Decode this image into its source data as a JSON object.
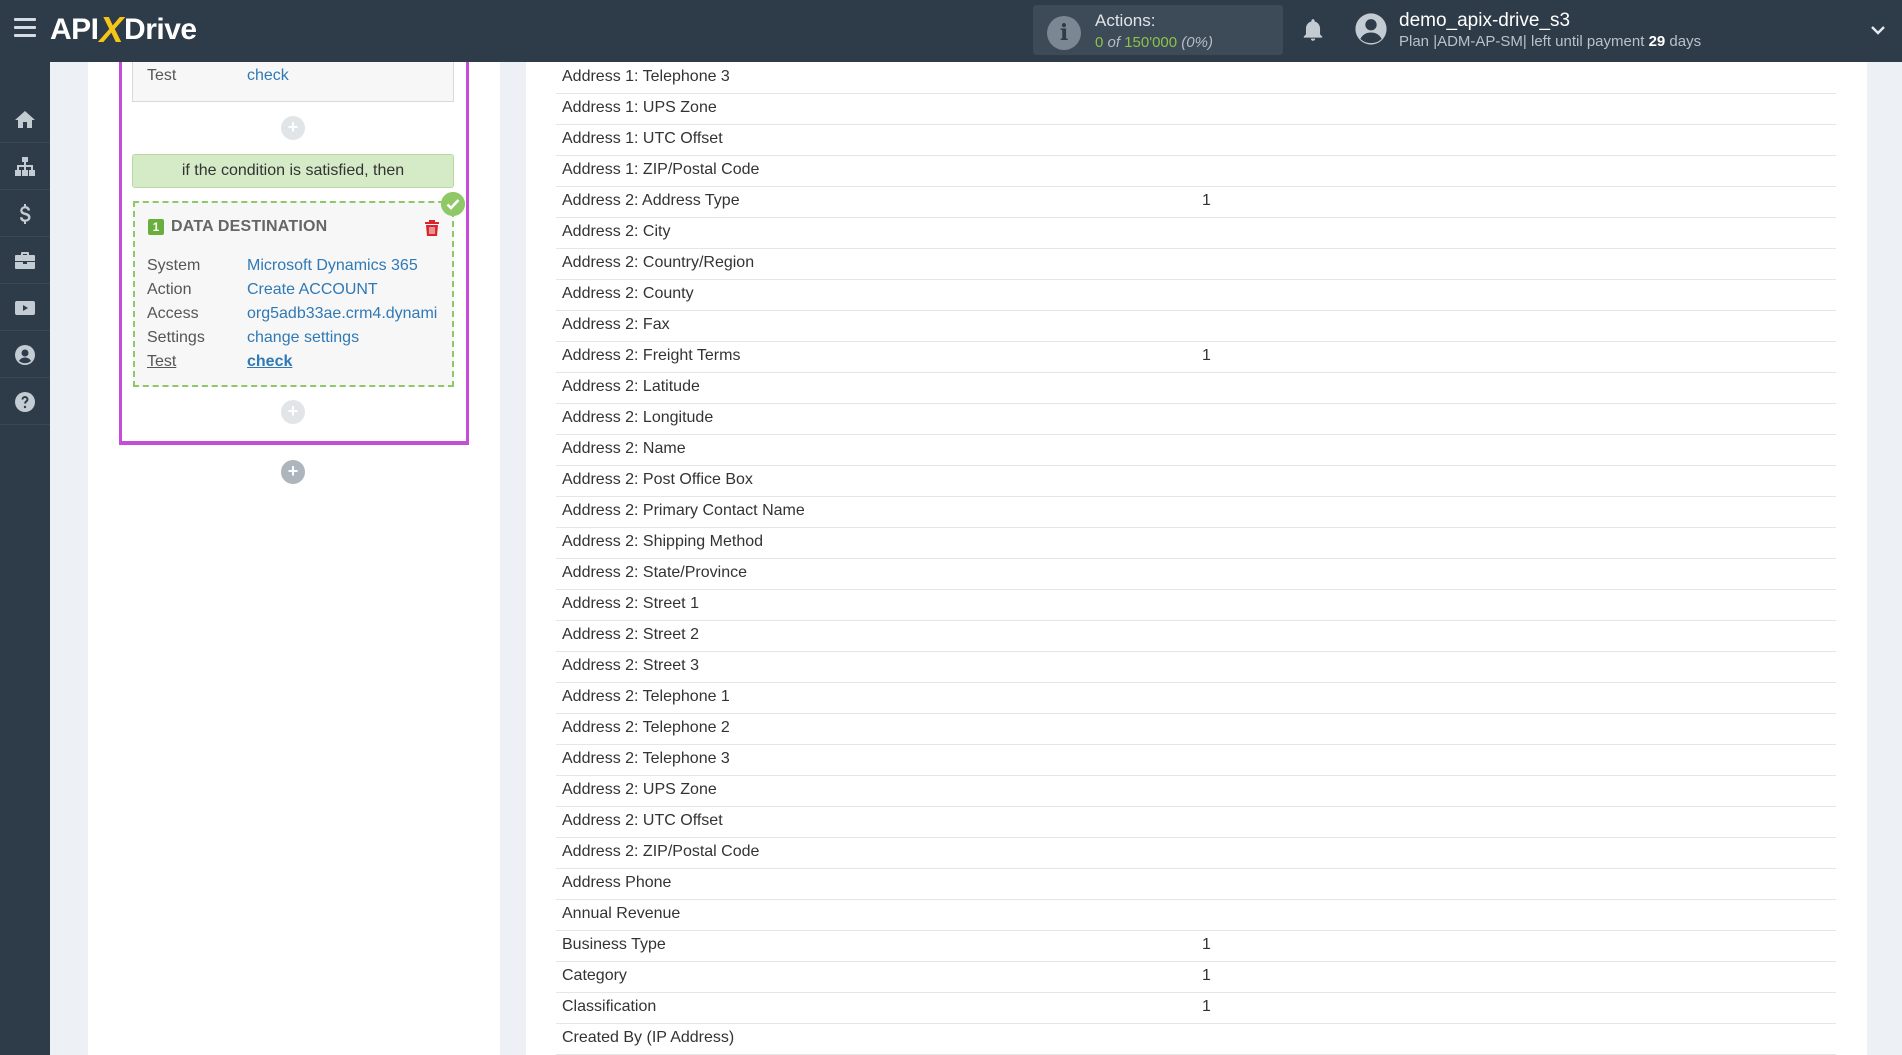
{
  "header": {
    "logo_api": "API",
    "logo_x": "X",
    "logo_drive": "Drive",
    "actions_label": "Actions:",
    "actions_used": "0",
    "actions_of": "of",
    "actions_total": "150'000",
    "actions_pct": "(0%)",
    "user_name": "demo_apix-drive_s3",
    "plan_prefix": "Plan |ADM-AP-SM| left until payment",
    "plan_days": "29",
    "plan_suffix": "days"
  },
  "sidebar": {
    "items": [
      "home-icon",
      "sitemap-icon",
      "dollar-icon",
      "briefcase-icon",
      "video-icon",
      "user-icon",
      "help-icon"
    ]
  },
  "left": {
    "top_test_label": "Test",
    "top_test_value": "check",
    "condition": "if the condition is satisfied, then",
    "dest_number": "1",
    "dest_title": "DATA DESTINATION",
    "system_label": "System",
    "system_value": "Microsoft Dynamics 365",
    "action_label": "Action",
    "action_value": "Create ACCOUNT",
    "access_label": "Access",
    "access_value": "org5adb33ae.crm4.dynami",
    "settings_label": "Settings",
    "settings_value": "change settings",
    "test_label": "Test",
    "test_value": "check"
  },
  "table": {
    "rows": [
      {
        "name": "Address 1: Telephone 3",
        "value": ""
      },
      {
        "name": "Address 1: UPS Zone",
        "value": ""
      },
      {
        "name": "Address 1: UTC Offset",
        "value": ""
      },
      {
        "name": "Address 1: ZIP/Postal Code",
        "value": ""
      },
      {
        "name": "Address 2: Address Type",
        "value": "1"
      },
      {
        "name": "Address 2: City",
        "value": ""
      },
      {
        "name": "Address 2: Country/Region",
        "value": ""
      },
      {
        "name": "Address 2: County",
        "value": ""
      },
      {
        "name": "Address 2: Fax",
        "value": ""
      },
      {
        "name": "Address 2: Freight Terms",
        "value": "1"
      },
      {
        "name": "Address 2: Latitude",
        "value": ""
      },
      {
        "name": "Address 2: Longitude",
        "value": ""
      },
      {
        "name": "Address 2: Name",
        "value": ""
      },
      {
        "name": "Address 2: Post Office Box",
        "value": ""
      },
      {
        "name": "Address 2: Primary Contact Name",
        "value": ""
      },
      {
        "name": "Address 2: Shipping Method",
        "value": ""
      },
      {
        "name": "Address 2: State/Province",
        "value": ""
      },
      {
        "name": "Address 2: Street 1",
        "value": ""
      },
      {
        "name": "Address 2: Street 2",
        "value": ""
      },
      {
        "name": "Address 2: Street 3",
        "value": ""
      },
      {
        "name": "Address 2: Telephone 1",
        "value": ""
      },
      {
        "name": "Address 2: Telephone 2",
        "value": ""
      },
      {
        "name": "Address 2: Telephone 3",
        "value": ""
      },
      {
        "name": "Address 2: UPS Zone",
        "value": ""
      },
      {
        "name": "Address 2: UTC Offset",
        "value": ""
      },
      {
        "name": "Address 2: ZIP/Postal Code",
        "value": ""
      },
      {
        "name": "Address Phone",
        "value": ""
      },
      {
        "name": "Annual Revenue",
        "value": ""
      },
      {
        "name": "Business Type",
        "value": "1"
      },
      {
        "name": "Category",
        "value": "1"
      },
      {
        "name": "Classification",
        "value": "1"
      },
      {
        "name": "Created By (IP Address)",
        "value": ""
      }
    ]
  }
}
